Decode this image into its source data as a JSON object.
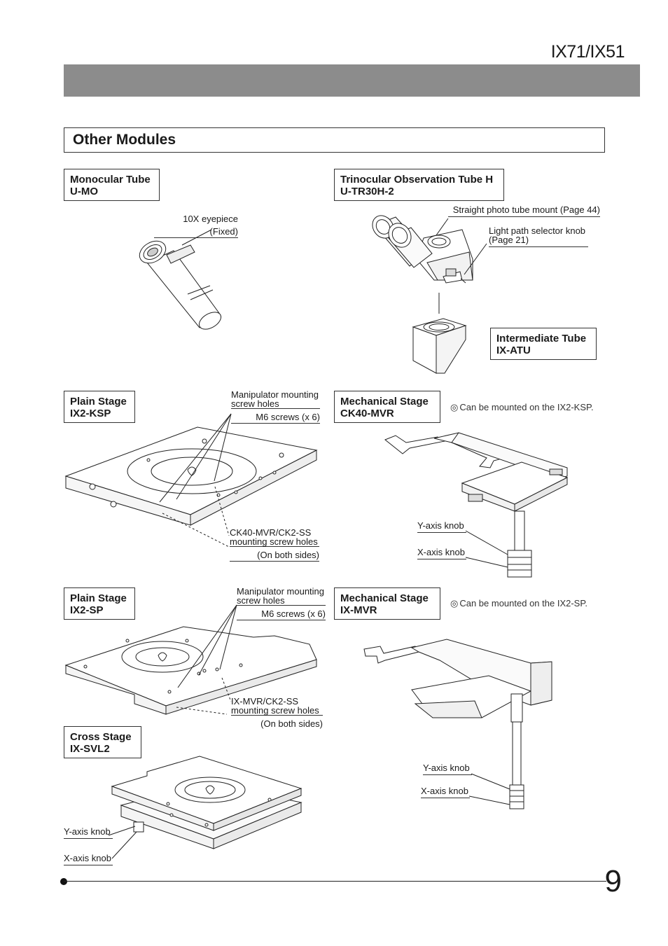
{
  "header": {
    "model": "IX71/IX51"
  },
  "section": {
    "title": "Other Modules"
  },
  "modules": {
    "monocular": {
      "name": "Monocular Tube",
      "code": "U-MO"
    },
    "trinocular": {
      "name": "Trinocular Observation Tube H",
      "code": "U-TR30H-2"
    },
    "intermediate": {
      "name": "Intermediate Tube",
      "code": "IX-ATU"
    },
    "plain_ksp": {
      "name": "Plain Stage",
      "code": "IX2-KSP"
    },
    "mech_ck40": {
      "name": "Mechanical Stage",
      "code": "CK40-MVR"
    },
    "plain_sp": {
      "name": "Plain Stage",
      "code": "IX2-SP"
    },
    "mech_mvr": {
      "name": "Mechanical Stage",
      "code": "IX-MVR"
    },
    "cross": {
      "name": "Cross Stage",
      "code": "IX-SVL2"
    }
  },
  "callouts": {
    "eyepiece": {
      "line1": "10X eyepiece",
      "line2": "(Fixed)"
    },
    "photo_mount": "Straight photo tube mount (Page 44)",
    "light_path": {
      "line1": "Light path selector knob",
      "line2": "(Page 21)"
    },
    "ksp_manip": {
      "line1": "Manipulator mounting",
      "line2": "screw holes",
      "line3": "M6 screws (x 6)"
    },
    "ksp_ck40": {
      "line1": "CK40-MVR/CK2-SS",
      "line2": "mounting screw holes",
      "line3": "(On both sides)"
    },
    "ck40_y": "Y-axis knob",
    "ck40_x": "X-axis knob",
    "sp_manip": {
      "line1": "Manipulator mounting",
      "line2": "screw holes",
      "line3": "M6 screws (x 6)"
    },
    "sp_mvr": {
      "line1": "IX-MVR/CK2-SS",
      "line2": "mounting screw holes",
      "line3": "(On both sides)"
    },
    "mvr_y": "Y-axis knob",
    "mvr_x": "X-axis knob",
    "cross_y": "Y-axis knob",
    "cross_x": "X-axis knob"
  },
  "remarks": {
    "ck40": {
      "symbol": "◎",
      "text": "Can be mounted on the IX2-KSP."
    },
    "mvr": {
      "symbol": "◎",
      "text": "Can be mounted on the IX2-SP."
    }
  },
  "footer": {
    "page_number": "9"
  },
  "illustrations": {
    "monocular": "monocular-tube-illustration",
    "trinocular": "trinocular-tube-illustration",
    "intermediate": "intermediate-tube-illustration",
    "plain_ksp": "plain-stage-ksp-illustration",
    "mech_ck40": "mechanical-stage-ck40-illustration",
    "plain_sp": "plain-stage-sp-illustration",
    "mech_mvr": "mechanical-stage-mvr-illustration",
    "cross": "cross-stage-illustration"
  }
}
